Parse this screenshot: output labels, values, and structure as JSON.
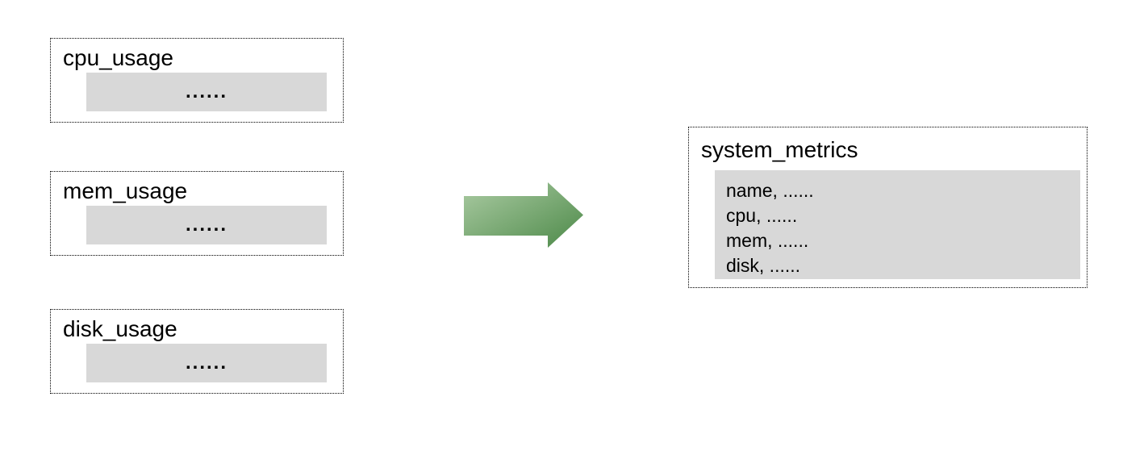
{
  "diagram": {
    "background": "#ffffff",
    "source_tables": [
      {
        "title": "cpu_usage",
        "placeholder": "......"
      },
      {
        "title": "mem_usage",
        "placeholder": "......"
      },
      {
        "title": "disk_usage",
        "placeholder": "......"
      }
    ],
    "arrow": {
      "direction": "right",
      "gradient_start": "#abcba3",
      "gradient_end": "#4c8948"
    },
    "result_table": {
      "title": "system_metrics",
      "rows": [
        "name, ......",
        "cpu, ......",
        "mem, ......",
        "disk, ......"
      ]
    },
    "colors": {
      "inner_fill": "#d8d8d8",
      "border": "#000000",
      "text": "#000000"
    }
  }
}
